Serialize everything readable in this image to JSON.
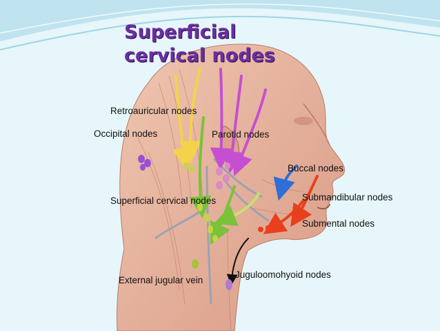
{
  "title": {
    "line1": "Superficial",
    "line2": "cervical nodes"
  },
  "labels": {
    "retroauricular": "Retroauricular nodes",
    "occipital": "Occipital nodes",
    "parotid": "Parotid nodes",
    "buccal": "Buccal nodes",
    "superficial_cervical": "Superficial cervical nodes",
    "submandibular": "Submandibular nodes",
    "submental": "Submental nodes",
    "external_jugular": "External jugular vein",
    "juguloomohyoid": "Juguloomohyoid nodes"
  },
  "colors": {
    "background": "#e6f6fa",
    "title": "#6a2fa0",
    "skin": "#e8b9a0",
    "muscle": "#d9907c",
    "vein": "#8fa0b8",
    "node_purple": "#9b4fd6",
    "node_yellow": "#c8d24a",
    "node_pink": "#d98bc6",
    "arrow_yellow": "#f2d34a",
    "arrow_magenta": "#c54fd0",
    "arrow_green": "#79c23a",
    "arrow_blue": "#2e6fd6",
    "arrow_red": "#e8401c",
    "arrow_black": "#111111"
  }
}
